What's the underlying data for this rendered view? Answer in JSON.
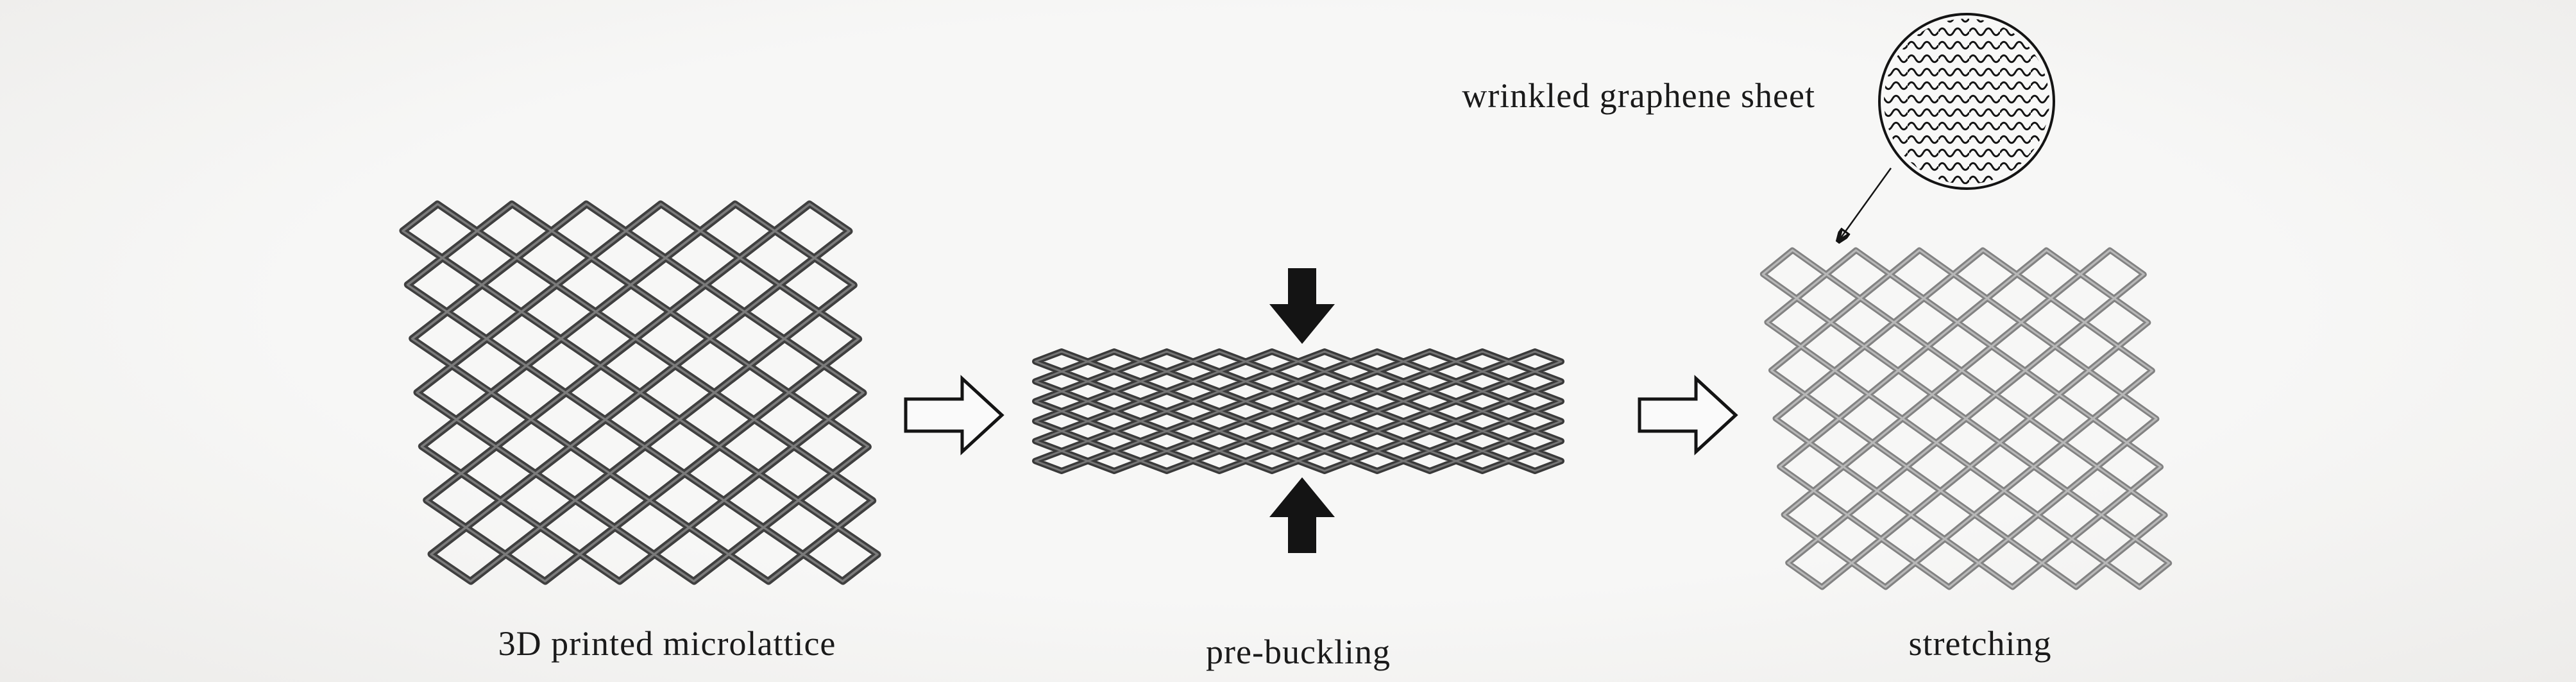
{
  "figure": {
    "stages": [
      {
        "label": "3D printed microlattice"
      },
      {
        "label": "pre-buckling"
      },
      {
        "label": "stretching"
      }
    ],
    "callout": {
      "label": "wrinkled graphene sheet"
    }
  },
  "theme": {
    "bg": "#f4f4f3",
    "ink": "#1a1a1a",
    "lattice-dark": "#3f3f3f",
    "lattice-dark-hi": "#7b7b7b",
    "lattice-mid": "#3a3a3a",
    "lattice-mid-hi": "#757575",
    "lattice-light": "#828282",
    "lattice-light-hi": "#b8b8b8",
    "arrow-fill": "#fafafa",
    "arrow-stroke": "#141414"
  }
}
